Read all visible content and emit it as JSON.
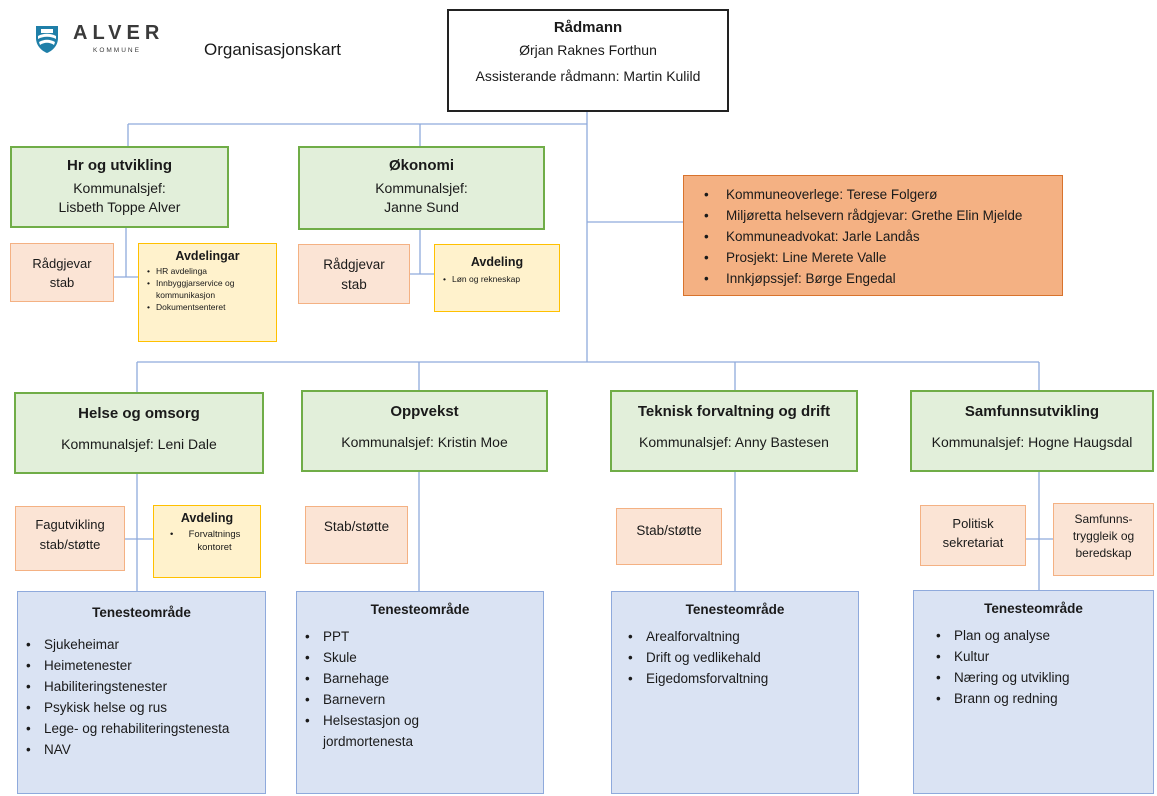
{
  "header": {
    "logo_name": "ALVER",
    "logo_sub": "KOMMUNE",
    "title": "Organisasjonskart"
  },
  "top": {
    "title": "Rådmann",
    "name": "Ørjan Raknes Forthun",
    "assistant": "Assisterande rådmann: Martin Kulild"
  },
  "staff_list": [
    "Kommuneoverlege: Terese Folgerø",
    "Miljøretta helsevern rådgjevar: Grethe Elin Mjelde",
    "Kommuneadvokat: Jarle Landås",
    "Prosjekt: Line Merete Valle",
    "Innkjøpssjef: Børge Engedal"
  ],
  "hr": {
    "title": "Hr og utvikling",
    "role": "Kommunalsjef:",
    "name": "Lisbeth Toppe Alver",
    "advisor": "Rådgjevar stab",
    "dept_title": "Avdelingar",
    "depts": [
      "HR avdelinga",
      "Innbyggjarservice og kommunikasjon",
      "Dokumentsenteret"
    ]
  },
  "okonomi": {
    "title": "Økonomi",
    "role": "Kommunalsjef:",
    "name": "Janne Sund",
    "advisor": "Rådgjevar stab",
    "dept_title": "Avdeling",
    "depts": [
      "Løn og rekneskap"
    ]
  },
  "helse": {
    "title": "Helse og omsorg",
    "chief": "Kommunalsjef: Leni Dale",
    "staff": "Fagutvikling stab/støtte",
    "dept_title": "Avdeling",
    "depts": [
      "Forvaltnings kontoret"
    ],
    "service_title": "Tenesteområde",
    "services": [
      "Sjukeheimar",
      "Heimetenester",
      "Habiliteringstenester",
      "Psykisk helse og rus",
      "Lege- og rehabiliteringstenesta",
      "NAV"
    ]
  },
  "oppvekst": {
    "title": "Oppvekst",
    "chief": "Kommunalsjef: Kristin Moe",
    "staff": "Stab/støtte",
    "service_title": "Tenesteområde",
    "services": [
      "PPT",
      "Skule",
      "Barnehage",
      "Barnevern",
      "Helsestasjon og jordmortenesta"
    ]
  },
  "teknisk": {
    "title": "Teknisk forvaltning og drift",
    "chief": "Kommunalsjef: Anny Bastesen",
    "staff": "Stab/støtte",
    "service_title": "Tenesteområde",
    "services": [
      "Arealforvaltning",
      "Drift og vedlikehald",
      "Eigedomsforvaltning"
    ]
  },
  "samfunn": {
    "title": "Samfunnsutvikling",
    "chief": "Kommunalsjef: Hogne Haugsdal",
    "staff1": "Politisk sekretariat",
    "staff2": "Samfunns-tryggleik og beredskap",
    "service_title": "Tenesteområde",
    "services": [
      "Plan og analyse",
      "Kultur",
      "Næring og utvikling",
      "Brann og redning"
    ]
  },
  "colors": {
    "green_fill": "#e2efda",
    "green_border": "#70ad47",
    "peach_fill": "#fbe4d5",
    "yellow_fill": "#fff2cc",
    "orange_fill": "#f4b183",
    "blue_fill": "#dae3f3",
    "connector": "#8faadc"
  }
}
